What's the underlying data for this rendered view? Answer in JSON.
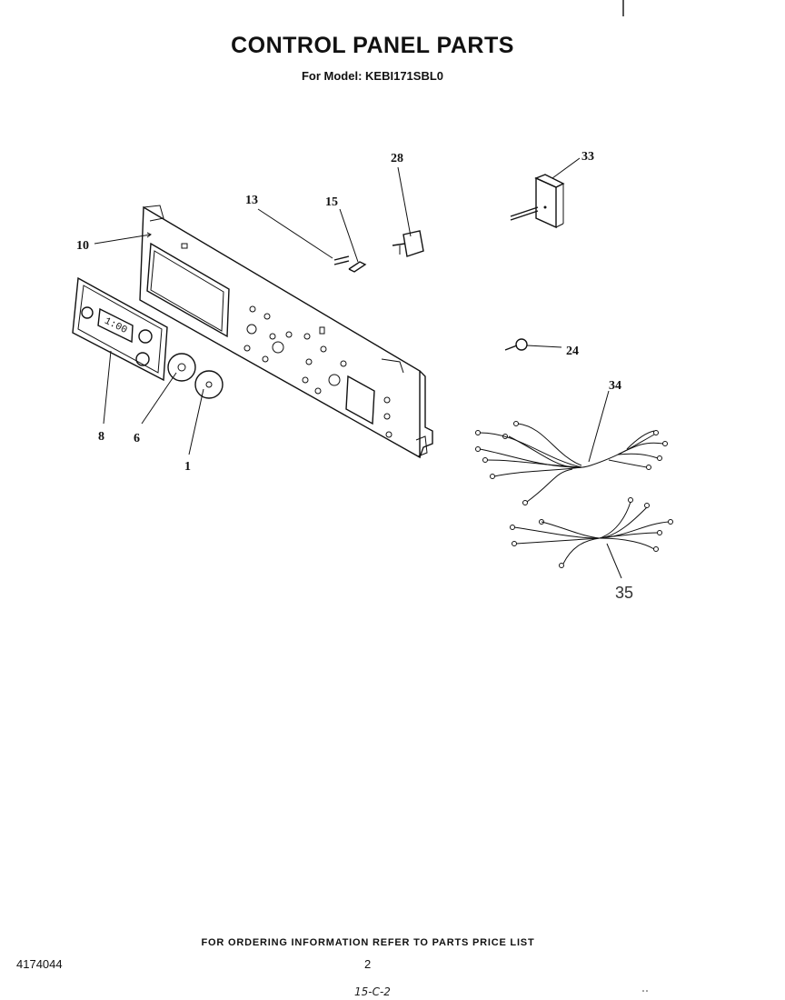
{
  "header": {
    "title": "CONTROL PANEL PARTS",
    "model_line": "For Model: KEBI171SBL0"
  },
  "callouts": {
    "c1": "1",
    "c6": "6",
    "c8": "8",
    "c10": "10",
    "c13": "13",
    "c15": "15",
    "c24": "24",
    "c28": "28",
    "c33": "33",
    "c34": "34",
    "c35": "35"
  },
  "clock_display": "1:00",
  "footer": {
    "ordering_note": "FOR ORDERING INFORMATION REFER TO PARTS PRICE LIST",
    "doc_number": "4174044",
    "page_number": "2",
    "handwritten_note": "15-C-2"
  }
}
